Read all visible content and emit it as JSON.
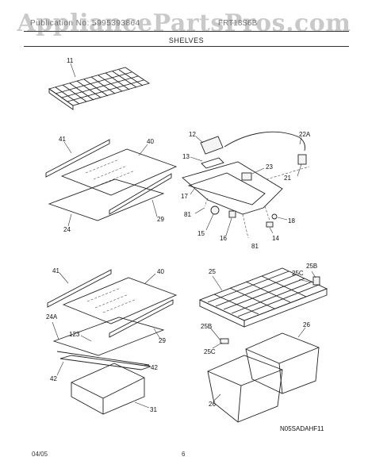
{
  "watermark": "AppliancePartsPros.com",
  "header": {
    "publication": "Publication No: 5995393864",
    "model": "FRT18S6B",
    "section_title": "SHELVES"
  },
  "callouts": {
    "p11": "11",
    "p41a": "41",
    "p40a": "40",
    "p29a": "29",
    "p24": "24",
    "p12": "12",
    "p13": "13",
    "p22A": "22A",
    "p23": "23",
    "p21": "21",
    "p17": "17",
    "p81a": "81",
    "p15": "15",
    "p16": "16",
    "p81b": "81",
    "p14": "14",
    "p18": "18",
    "p41b": "41",
    "p40b": "40",
    "p24A": "24A",
    "p123": "123",
    "p29b": "29",
    "p42a": "42",
    "p42b": "42",
    "p31": "31",
    "p25": "25",
    "p25C_top": "25C",
    "p25B_top": "25B",
    "p26a": "26",
    "p25B_bot": "25B",
    "p25C_bot": "25C",
    "p26b": "26"
  },
  "diagram_code": "N05SADAHF11",
  "footer": {
    "date": "04/05",
    "page": "6"
  }
}
